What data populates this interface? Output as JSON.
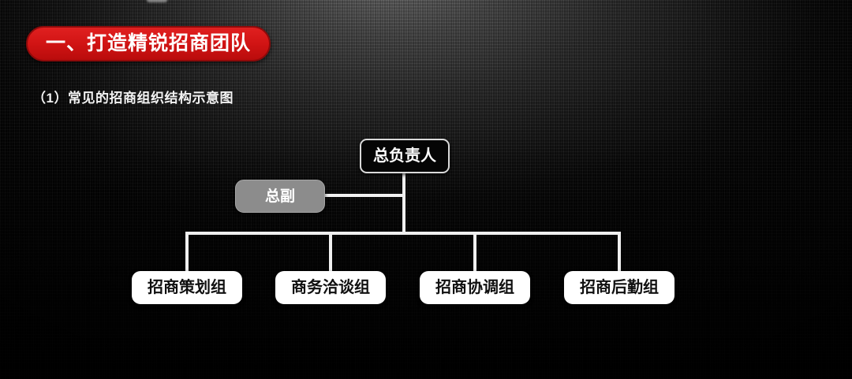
{
  "slide": {
    "background_color": "#0b0b0b",
    "accent_color": "#d11414"
  },
  "header": {
    "badge_label": "一、打造精锐招商团队",
    "subtitle": "（1）常见的招商组织结构示意图"
  },
  "org_chart": {
    "root": {
      "label": "总负责人"
    },
    "deputy": {
      "label": "总副"
    },
    "departments": [
      {
        "label": "招商策划组"
      },
      {
        "label": "商务洽谈组"
      },
      {
        "label": "招商协调组"
      },
      {
        "label": "招商后勤组"
      }
    ],
    "connector_color": "#f0f0f0"
  },
  "chart_data": {
    "type": "diagram",
    "title": "（1）常见的招商组织结构示意图",
    "structure": "org-chart",
    "levels": [
      {
        "level": 1,
        "nodes": [
          "总负责人"
        ],
        "style": "black-box-white-outline"
      },
      {
        "level": 2,
        "nodes": [
          "总副"
        ],
        "style": "grey-box",
        "relation": "staff-assistant-to-总负责人"
      },
      {
        "level": 3,
        "nodes": [
          "招商策划组",
          "商务洽谈组",
          "招商协调组",
          "招商后勤组"
        ],
        "style": "white-box"
      }
    ],
    "edges": [
      {
        "from": "总负责人",
        "to": "总副"
      },
      {
        "from": "总负责人",
        "to": "招商策划组"
      },
      {
        "from": "总负责人",
        "to": "商务洽谈组"
      },
      {
        "from": "总负责人",
        "to": "招商协调组"
      },
      {
        "from": "总负责人",
        "to": "招商后勤组"
      }
    ]
  }
}
